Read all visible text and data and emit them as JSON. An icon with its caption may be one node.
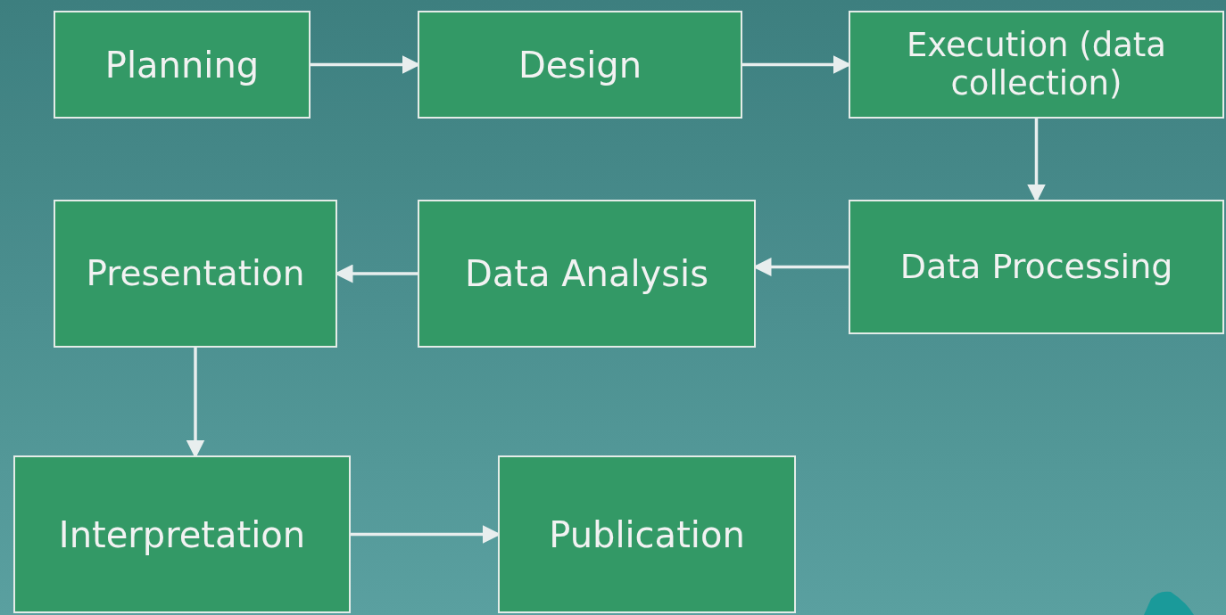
{
  "diagram": {
    "nodes": [
      {
        "text": [
          "Planning"
        ]
      },
      {
        "text": [
          "Design"
        ]
      },
      {
        "text": [
          "Execution (data collection)"
        ]
      },
      {
        "text": [
          "Data Processing"
        ]
      },
      {
        "text": [
          "Data Analysis"
        ]
      },
      {
        "text": [
          "Presentation"
        ]
      },
      {
        "text": [
          "Interpretation"
        ]
      },
      {
        "text": [
          "Publication"
        ]
      }
    ],
    "edges": [
      {
        "from": 0,
        "to": 1,
        "arrow": "to"
      },
      {
        "from": 1,
        "to": 2,
        "arrow": "to"
      },
      {
        "from": 2,
        "to": 3,
        "arrow": "to"
      },
      {
        "from": 3,
        "to": 4,
        "arrow": "to"
      },
      {
        "from": 4,
        "to": 5,
        "arrow": "to"
      },
      {
        "from": 5,
        "to": 6,
        "arrow": "to"
      },
      {
        "from": 6,
        "to": 7,
        "arrow": "to"
      }
    ]
  }
}
